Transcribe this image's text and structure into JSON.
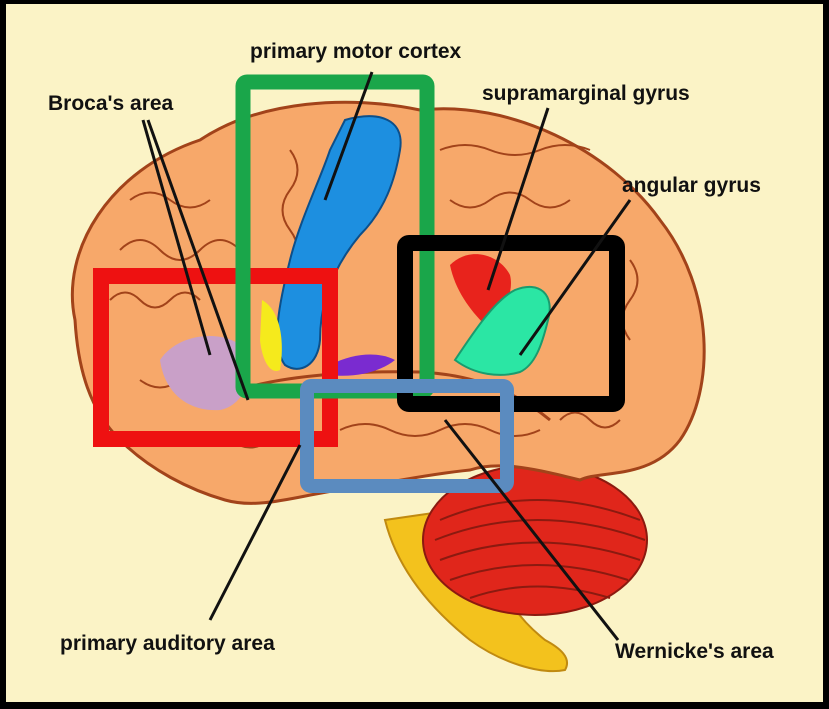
{
  "colors": {
    "background": "#fbf3c6",
    "frame": "#000000",
    "cortex": "#f7a86a",
    "cortex_outline": "#a2431a",
    "motor_cortex": "#1d8fe0",
    "broca": "#c9a0c8",
    "supramarginal": "#e8231c",
    "angular": "#2be6a4",
    "cerebellum": "#e0261b",
    "brainstem": "#f3c21d",
    "box_red": "#ee1111",
    "box_green": "#1aa64a",
    "box_black": "#000000",
    "box_blue": "#5b8bbf"
  },
  "labels": {
    "motor": "primary motor cortex",
    "broca": "Broca's area",
    "supramarginal": "supramarginal gyrus",
    "angular": "angular gyrus",
    "auditory": "primary auditory area",
    "wernicke": "Wernicke's area"
  }
}
